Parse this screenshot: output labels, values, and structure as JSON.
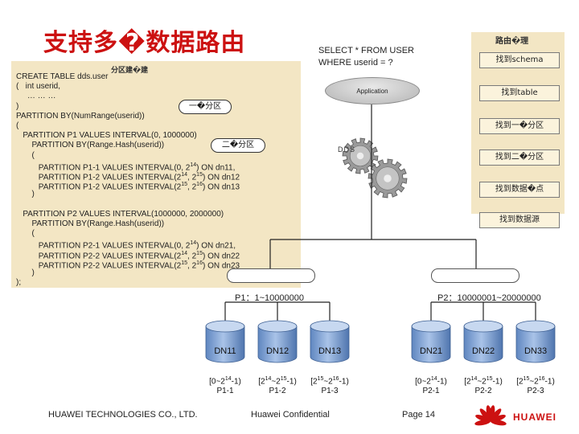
{
  "title": "支持多�数据路由",
  "sql_header": "分区建�建",
  "sql_lines": [
    "CREATE TABLE dds.user",
    "(   int userid,",
    "     … … …",
    ")",
    "PARTITION BY(NumRange(userid))",
    "(",
    "   PARTITION P1 VALUES INTERVAL(0, 1000000)",
    "       PARTITION BY(Range.Hash(userid))",
    "       (",
    "          PARTITION P1-1 VALUES INTERVAL(0, 2",
    "          PARTITION P1-2 VALUES INTERVAL(2",
    "          PARTITION P1-2 VALUES INTERVAL(2",
    "       )",
    "",
    "   PARTITION P2 VALUES INTERVAL(1000000, 2000000)",
    "       PARTITION BY(Range.Hash(userid))",
    "       (",
    "          PARTITION P2-1 VALUES INTERVAL(0, 2",
    "          PARTITION P2-2 VALUES INTERVAL(2",
    "          PARTITION P2-2 VALUES INTERVAL(2",
    "       )",
    ");"
  ],
  "sql_tails": [
    {
      "sup": "14",
      "rest": ") ON dn11,"
    },
    {
      "sup": "14",
      "mid": ", 2",
      "sup2": "15",
      "rest": ") ON dn12"
    },
    {
      "sup": "15",
      "mid": ", 2",
      "sup2": "16",
      "rest": ") ON dn13"
    },
    {
      "sup": "14",
      "rest": ") ON dn21,"
    },
    {
      "sup": "14",
      "mid": ", 2",
      "sup2": "15",
      "rest": ") ON dn22"
    },
    {
      "sup": "15",
      "mid": ", 2",
      "sup2": "16",
      "rest": ") ON dn23"
    }
  ],
  "callout_level1": "一�分区",
  "callout_level2": "二�分区",
  "select_line1": "SELECT * FROM USER",
  "select_line2": "WHERE userid = ?",
  "application": "Application",
  "dds": "DDS",
  "route_title": "路由�理",
  "route_items": [
    "找到schema",
    "找到table",
    "找到一�分区",
    "找到二�分区",
    "找到数据�点",
    "找到数据源"
  ],
  "p1_label": "P1：1~10000000",
  "p2_label": "P2：10000001~20000000",
  "nodes": [
    {
      "name": "DN11",
      "range_a": "[0~2",
      "range_sup": "14",
      "range_b": "-1)",
      "part": "P1-1"
    },
    {
      "name": "DN12",
      "range_a": "[2",
      "range_sup": "14",
      "range_b": "~2",
      "range_sup2": "15",
      "range_c": "-1)",
      "part": "P1-2"
    },
    {
      "name": "DN13",
      "range_a": "[2",
      "range_sup": "15",
      "range_b": "~2",
      "range_sup2": "16",
      "range_c": "-1)",
      "part": "P1-3"
    },
    {
      "name": "DN21",
      "range_a": "[0~2",
      "range_sup": "14",
      "range_b": "-1)",
      "part": "P2-1"
    },
    {
      "name": "DN22",
      "range_a": "[2",
      "range_sup": "14",
      "range_b": "~2",
      "range_sup2": "15",
      "range_c": "-1)",
      "part": "P2-2"
    },
    {
      "name": "DN33",
      "range_a": "[2",
      "range_sup": "15",
      "range_b": "~2",
      "range_sup2": "16",
      "range_c": "-1)",
      "part": "P2-3"
    }
  ],
  "footer_company": "HUAWEI TECHNOLOGIES CO., LTD.",
  "footer_confidential": "Huawei Confidential",
  "footer_page": "Page 14",
  "logo_text": "HUAWEI",
  "colors": {
    "title": "#cc1111",
    "panel": "#f3e6c4",
    "cylinder": "#7fa3d6",
    "logo": "#cc1111"
  }
}
